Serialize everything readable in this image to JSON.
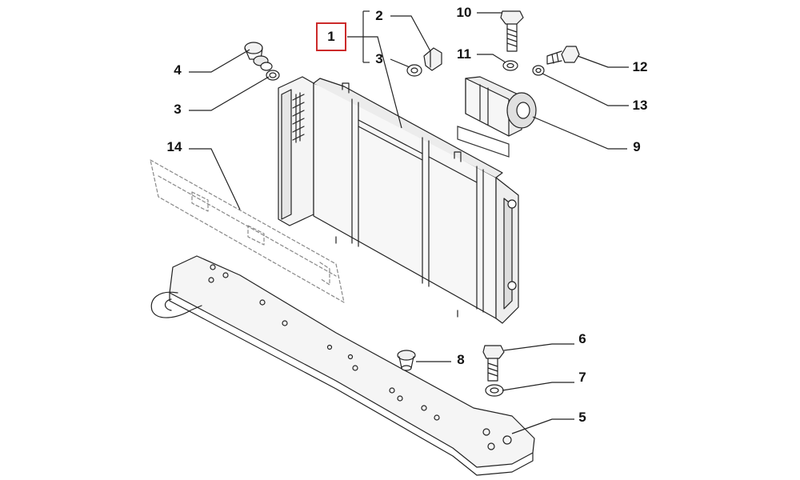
{
  "callouts": {
    "c1": "1",
    "c2": "2",
    "c3a": "3",
    "c3b": "3",
    "c4": "4",
    "c5": "5",
    "c6": "6",
    "c7": "7",
    "c8": "8",
    "c9": "9",
    "c10": "10",
    "c11": "11",
    "c12": "12",
    "c13": "13",
    "c14": "14"
  },
  "colors": {
    "line": "#222222",
    "highlight": "#cc2a2a",
    "part_fill": "#f4f4f4",
    "part_shade": "#d9d9d9"
  }
}
